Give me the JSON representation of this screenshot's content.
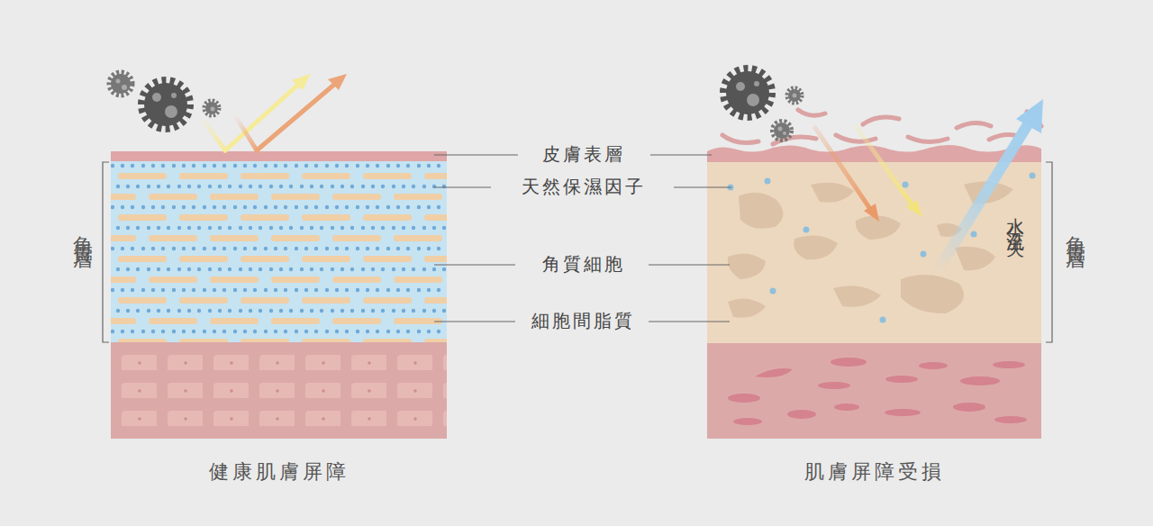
{
  "diagram": {
    "nodes": [
      {
        "text": [
          "健康肌膚屏障"
        ]
      },
      {
        "text": [
          "肌膚屏障受損"
        ]
      }
    ],
    "labels": [
      "角質層",
      "皮膚表層",
      "天然保濕因子",
      "角質細胞",
      "細胞間脂質",
      "角質層",
      "水分流失"
    ]
  }
}
